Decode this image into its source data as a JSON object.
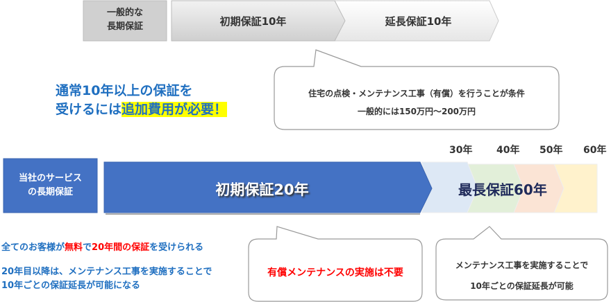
{
  "top": {
    "general_label": [
      "一般的な",
      "長期保証"
    ],
    "initial_arrow": "初期保証10年",
    "extension_arrow": "延長保証10年",
    "bubble": [
      "住宅の点検・メンテナンス工事（有償）を行うことが条件",
      "一般的には150万円～200万円"
    ],
    "note_line1": "通常10年以上の保証を",
    "note_line2_prefix": "受けるには",
    "note_line2_highlight": "追加費用が必要！"
  },
  "bottom": {
    "company_label": [
      "当社のサービス",
      "の長期保証"
    ],
    "initial_arrow": "初期保証20年",
    "max_label": "最長保証60年",
    "year_marks": [
      "30年",
      "40年",
      "50年",
      "60年"
    ],
    "line1": {
      "a": "全てのお客様が",
      "b": "無料",
      "c": "で",
      "d": "20年間の保証",
      "e": "を受けられる"
    },
    "line2": [
      "20年目以降は、メンテナンス工事を実施することで",
      "10年ごとの保証延長が可能になる"
    ],
    "bubble1": "有償メンテナンスの実施は不要",
    "bubble2": [
      "メンテナンス工事を実施することで",
      "10年ごとの保証延長が可能"
    ]
  },
  "colors": {
    "blue": "#4472c4",
    "text_blue": "#1f6fc0",
    "red": "#ff0000",
    "highlight": "#ffff00"
  }
}
